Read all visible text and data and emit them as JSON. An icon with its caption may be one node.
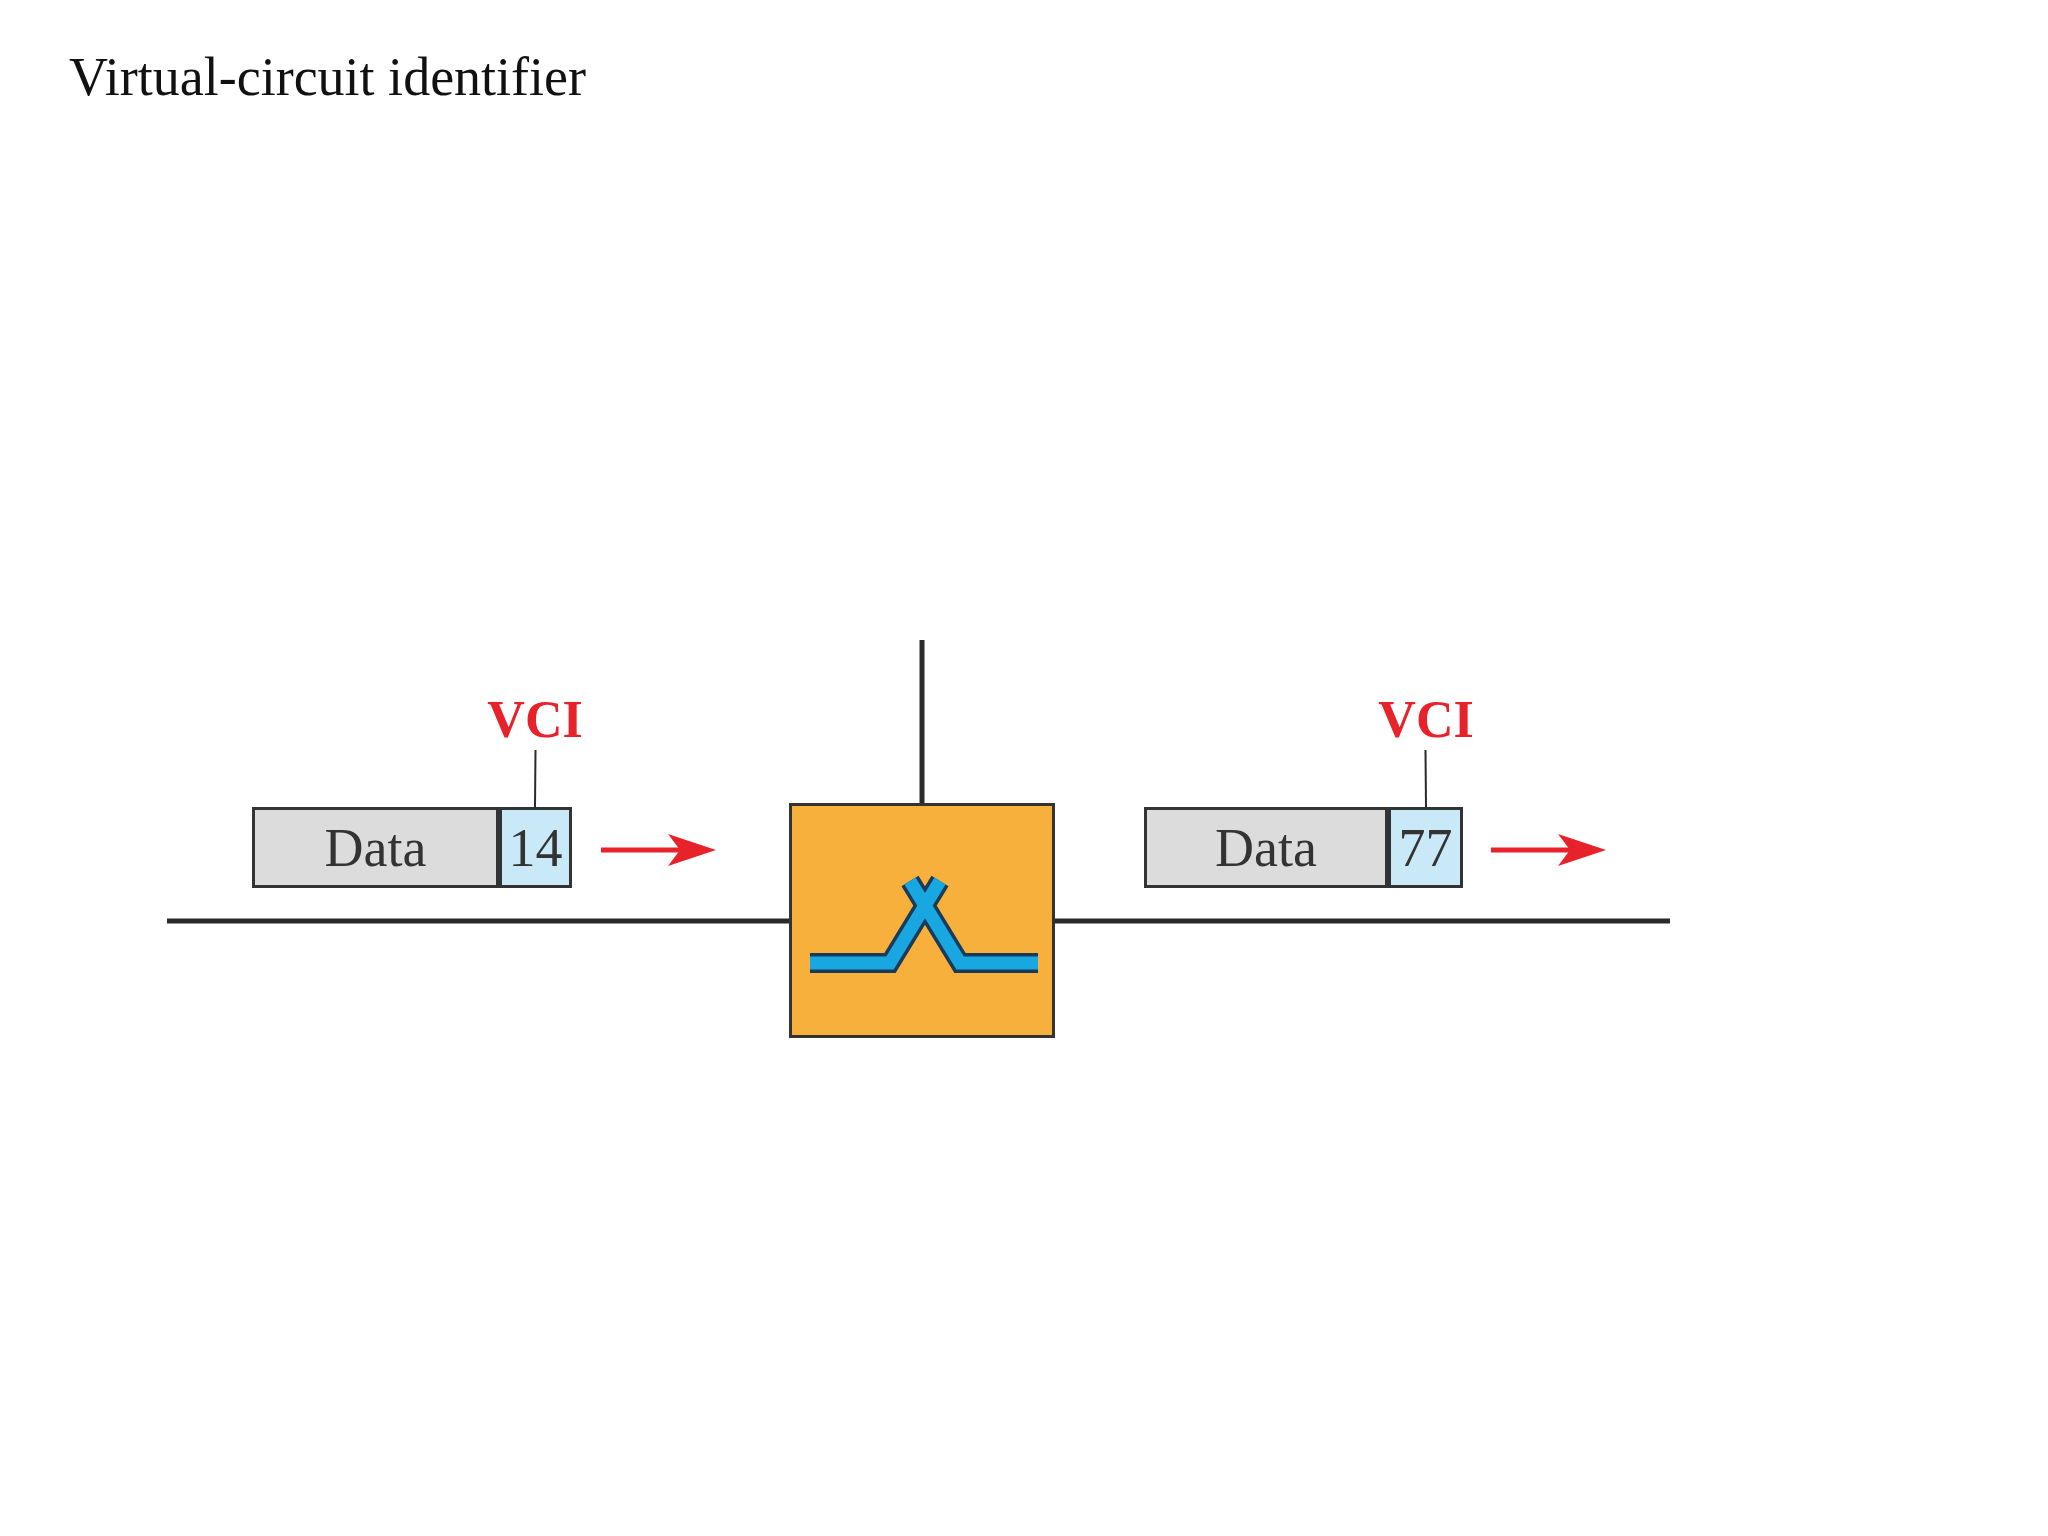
{
  "diagram": {
    "title": "Virtual-circuit identifier",
    "nodes": [
      {
        "text": [
          "VCI"
        ]
      },
      {
        "text": [
          "VCI"
        ]
      },
      {
        "text": [
          "Data"
        ]
      },
      {
        "text": [
          "14"
        ]
      },
      {
        "text": [],
        "shape": "box"
      },
      {
        "text": [
          "Data"
        ]
      },
      {
        "text": [
          "77"
        ]
      }
    ],
    "edges": [
      {
        "from": 0,
        "to": 3,
        "arrow": "none"
      },
      {
        "from": 1,
        "to": 6,
        "arrow": "none"
      },
      {
        "from": null,
        "to": 4,
        "arrow": "none"
      },
      {
        "from": 4,
        "to": null,
        "arrow": "none"
      },
      {
        "from": null,
        "to": 4,
        "arrow": "none"
      }
    ]
  }
}
